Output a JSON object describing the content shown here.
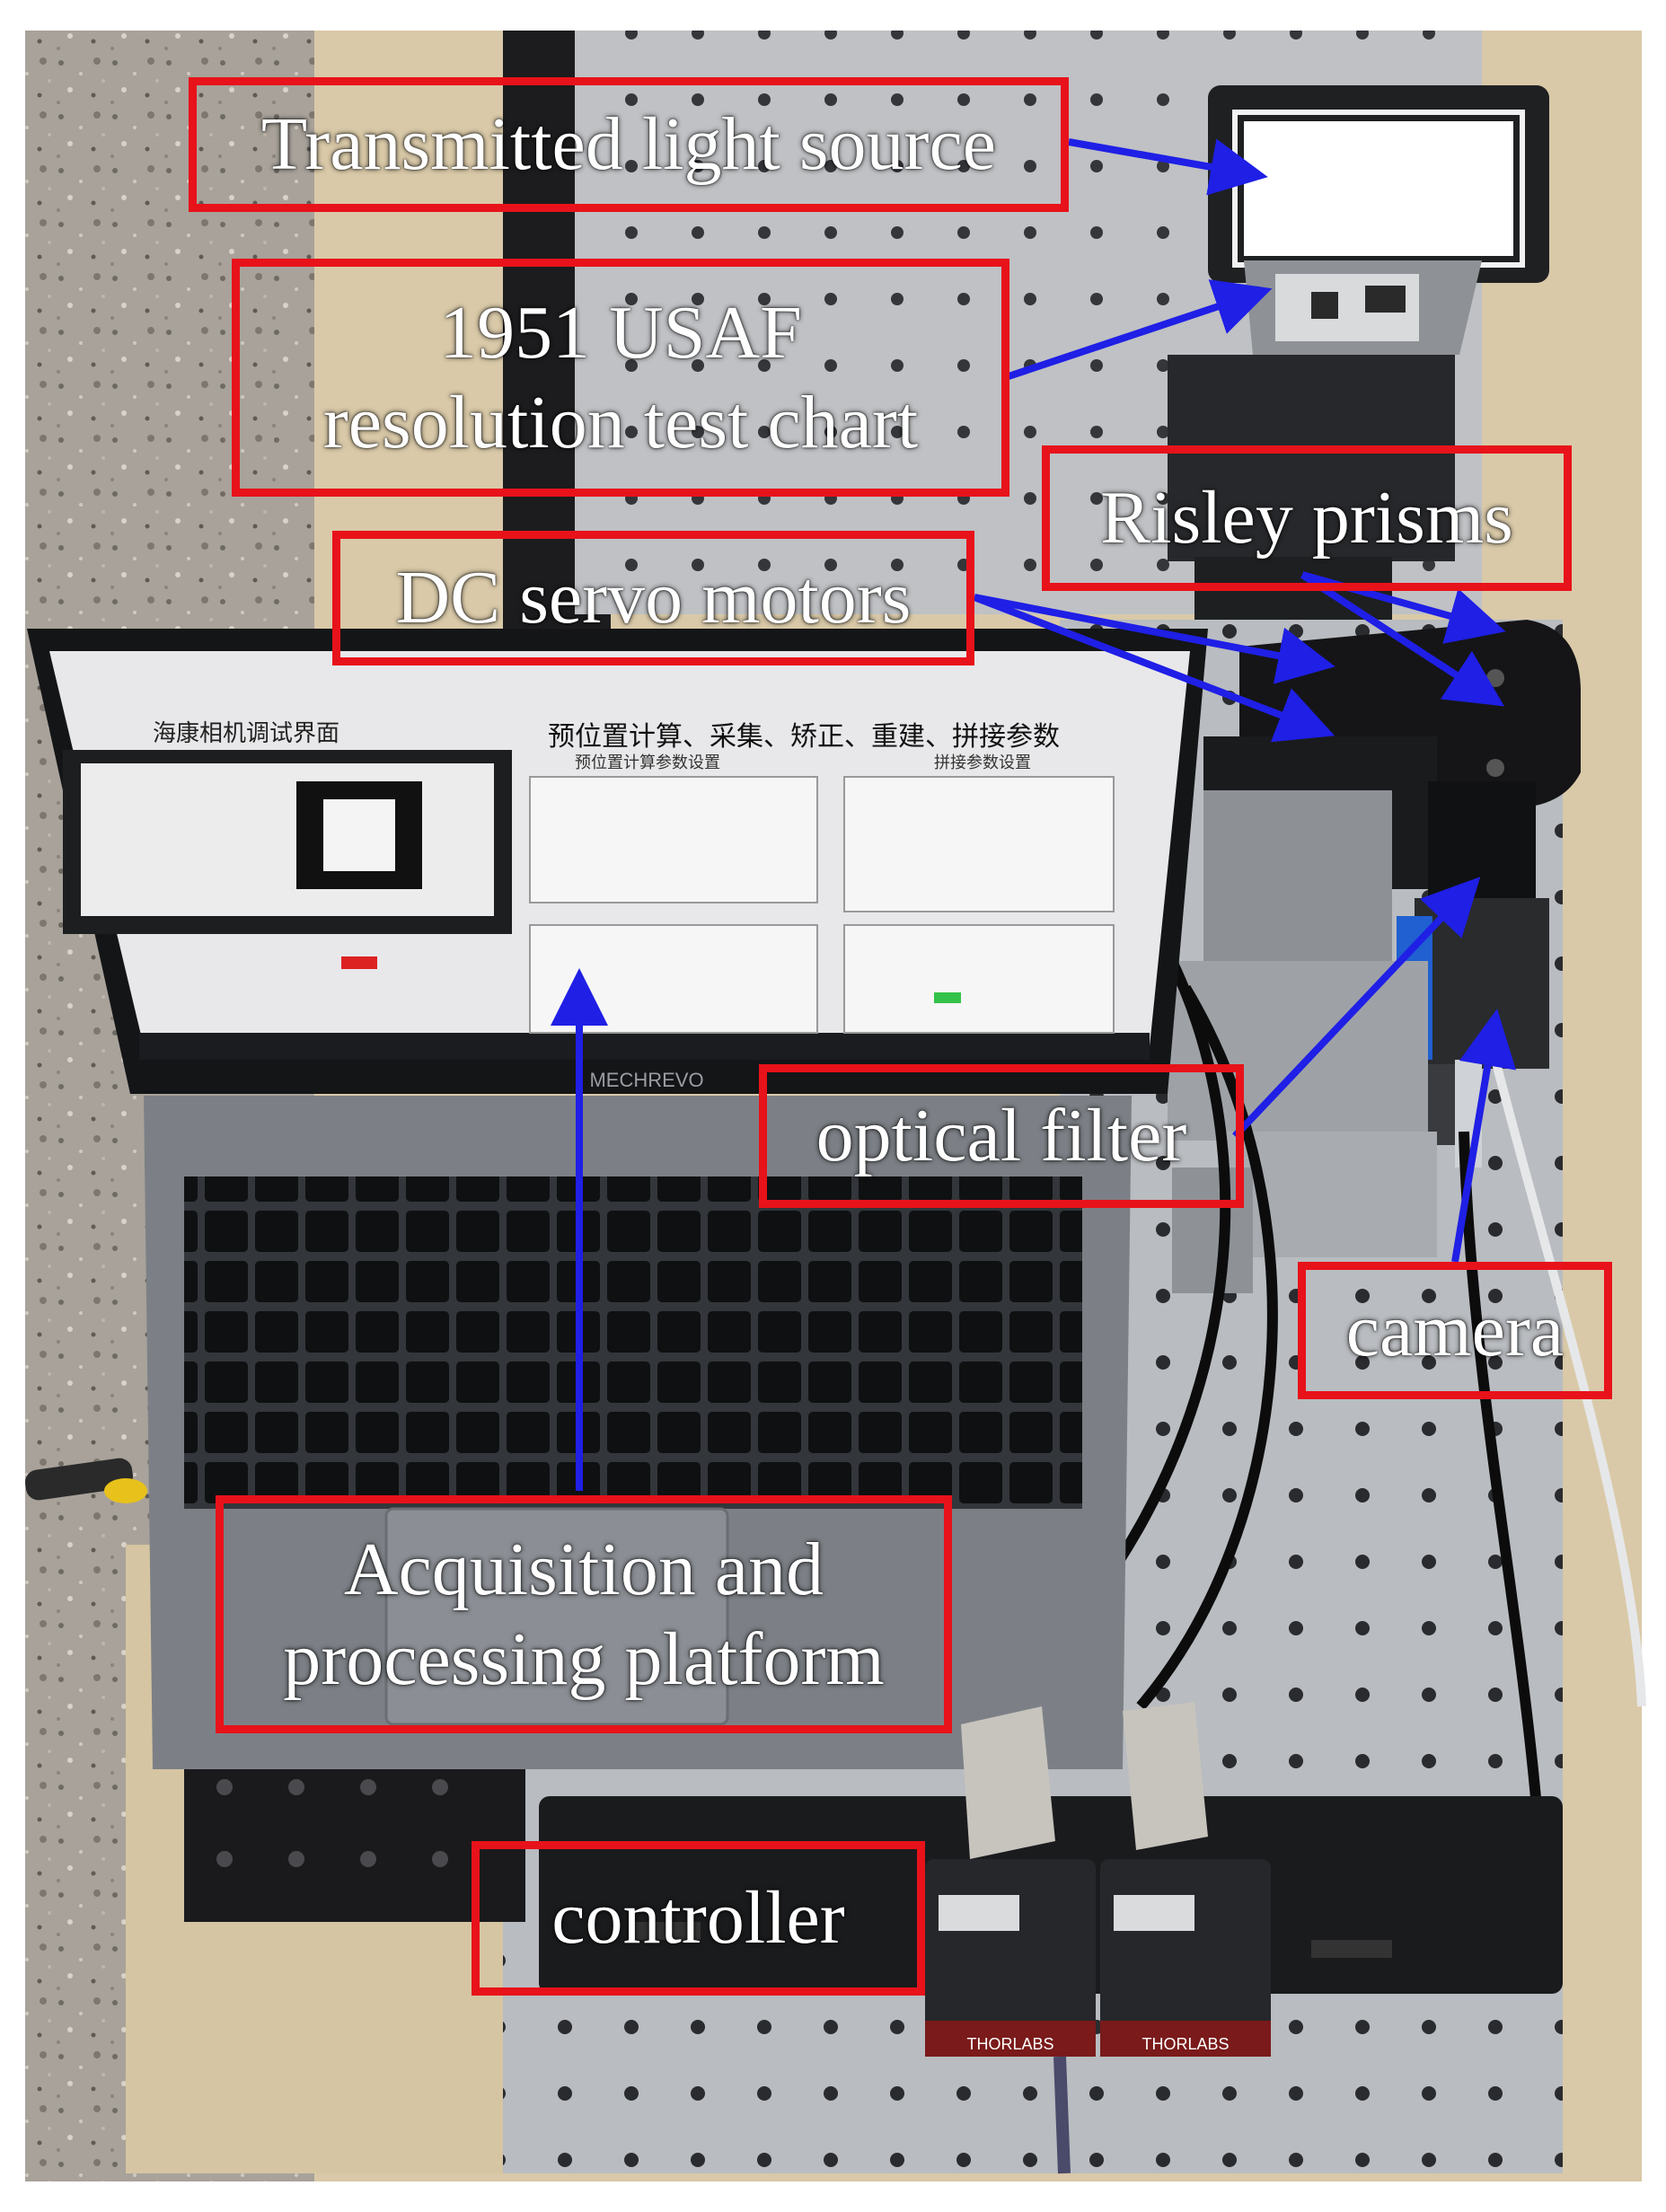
{
  "figure": {
    "labels": {
      "transmitted_light_source": "Transmitted light source",
      "usaf_chart_line1": "1951 USAF",
      "usaf_chart_line2": "resolution test chart",
      "risley_prisms": "Risley prisms",
      "dc_servo_motors": "DC servo motors",
      "optical_filter": "optical filter",
      "camera": "camera",
      "platform_line1": "Acquisition and",
      "platform_line2": "processing platform",
      "controller": "controller"
    },
    "screen_text": {
      "left_title": "海康相机调试界面",
      "right_title": "预位置计算、采集、矫正、重建、拼接参数",
      "sub_left": "预位置计算参数设置",
      "sub_right": "拼接参数设置"
    },
    "device_text": {
      "laptop_brand": "MECHREVO",
      "controller_brand_left": "THORLABS",
      "controller_brand_right": "THORLABS"
    },
    "colors": {
      "callout_border": "#e8121a",
      "arrow": "#1f1fe6",
      "label_text": "#ffffff"
    }
  }
}
